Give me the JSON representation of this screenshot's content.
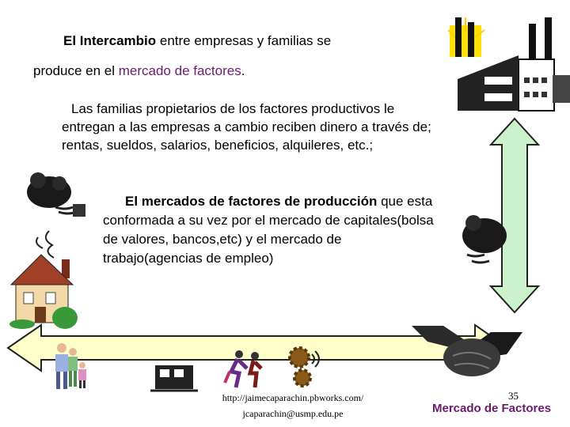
{
  "line1": {
    "bold": "El Intercambio",
    "rest": " entre empresas y familias se"
  },
  "line2": {
    "start": "produce en el ",
    "highlight": "mercado de factores",
    "end": "."
  },
  "paragraph1": "Las familias propietarios de los factores productivos le entregan a las empresas  a cambio reciben dinero a través de; rentas, sueldos, salarios, beneficios, alquileres, etc.;",
  "paragraph2": {
    "bold": "El mercados de factores de producción",
    "rest": " que esta conformada a su vez por el mercado de capitales(bolsa de valores, bancos,etc) y el mercado de trabajo(agencias de empleo)"
  },
  "footer": {
    "url": "http://jaimecaparachin.pbworks.com/",
    "email": "jcaparachin@usmp.edu.pe",
    "page": "35"
  },
  "caption": "Mercado de Factores",
  "colors": {
    "accent": "#6a1b6e",
    "arrow_vertical": "#ccf2cc",
    "arrow_horizontal": "#ffffcc",
    "arrow_stroke": "#222222"
  },
  "icons": [
    "factory-icon",
    "house-icon",
    "family-icon",
    "money-bag-icon",
    "handshake-icon",
    "gears-icon",
    "workers-icon",
    "train-icon"
  ]
}
